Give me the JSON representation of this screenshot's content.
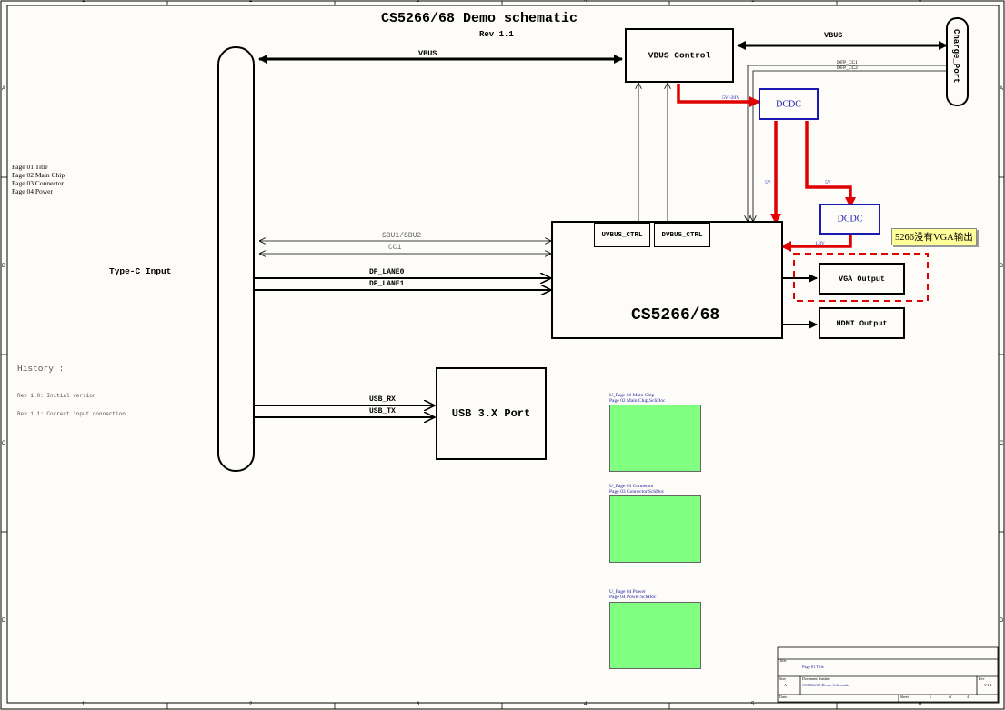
{
  "title": "CS5266/68 Demo schematic",
  "revision": "Rev 1.1",
  "page_list": [
    "Page 01 Title",
    "Page 02 Main Chip",
    "Page 03 Connector",
    "Page 04 Power"
  ],
  "history": {
    "heading": "History :",
    "entries": [
      "Rev 1.0: Initial version",
      "Rev 1.1: Correct input connection"
    ]
  },
  "blocks": {
    "type_c": "Type-C Input",
    "vbus_control": "VBUS Control",
    "charge_port": "Charge_Port",
    "dcdc1": "DCDC",
    "dcdc2": "DCDC",
    "main_chip": "CS5266/68",
    "uvbus_ctrl": "UVBUS_CTRL",
    "dvbus_ctrl": "DVBUS_CTRL",
    "vga_output": "VGA Output",
    "hdmi_output": "HDMI Output",
    "usb_port": "USB 3.X Port"
  },
  "nets": {
    "vbus_left": "VBUS",
    "vbus_right": "VBUS",
    "dfp_cc1": "DFP_CC1",
    "dfp_cc2": "DFP_CC2",
    "v5_20": "5V~20V",
    "v5_a": "5V",
    "v5_b": "5V",
    "v1_8": "1.8V",
    "sbu": "SBU1/SBU2",
    "cc1": "CC1",
    "dp_lane0": "DP_LANE0",
    "dp_lane1": "DP_LANE1",
    "usb_rx": "USB_RX",
    "usb_tx": "USB_TX"
  },
  "note": "5266没有VGA输出",
  "sheet_symbols": [
    {
      "designator": "U_Page 02 Main Chip",
      "file": "Page 02 Main Chip.SchDoc"
    },
    {
      "designator": "U_Page 03 Connector",
      "file": "Page 03 Connector.SchDoc"
    },
    {
      "designator": "U_Page 04 Power",
      "file": "Page 04 Power.SchDoc"
    }
  ],
  "border": {
    "columns": [
      "1",
      "2",
      "3",
      "4",
      "5",
      "6"
    ],
    "rows": [
      "A",
      "B",
      "C",
      "D"
    ]
  },
  "title_block": {
    "title_label": "Title",
    "title_value": "Page 01 Title",
    "size_label": "Size",
    "size_value": "A",
    "docnum_label": "Document Number",
    "docnum_value": "CS5266/68 Demo Schematic",
    "rev_label": "Rev",
    "rev_value": "V1.1",
    "date_label": "Date:",
    "sheet_label": "Sheet",
    "sheet_value": "1",
    "of_label": "of",
    "of_value": "4"
  },
  "colors": {
    "power_path": "#e00000",
    "dcdc_border": "#1a1ab0",
    "sheet_fill": "#80ff80",
    "note_fill": "#ffff99"
  }
}
